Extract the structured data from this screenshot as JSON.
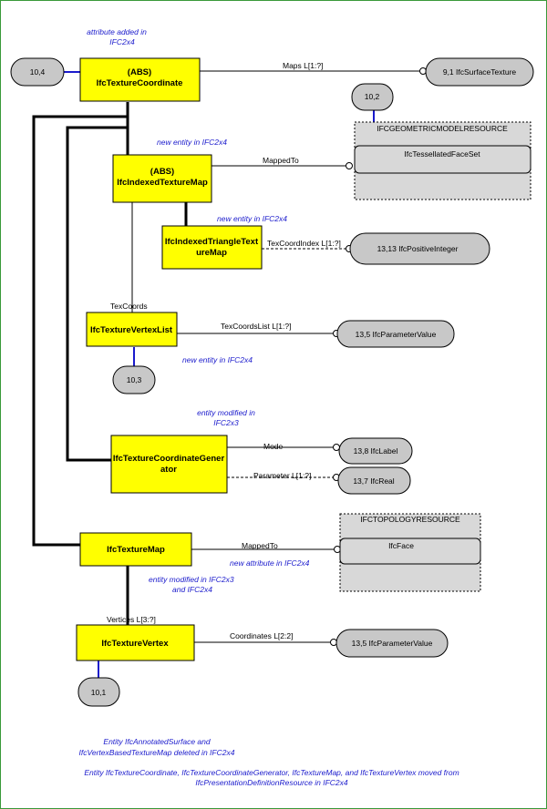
{
  "entities": {
    "texture_coordinate": {
      "abs": "(ABS)",
      "name": "IfcTextureCoordinate"
    },
    "indexed_texture_map": {
      "abs": "(ABS)",
      "name": "IfcIndexedTextureMap"
    },
    "indexed_triangle_texture_map": {
      "line1": "IfcIndexedTriangleText",
      "line2": "ureMap"
    },
    "texture_vertex_list": {
      "name": "IfcTextureVertexList"
    },
    "texture_coordinate_generator": {
      "line1": "IfcTextureCoordinateGener",
      "line2": "ator"
    },
    "texture_map": {
      "name": "IfcTextureMap"
    },
    "texture_vertex": {
      "name": "IfcTextureVertex"
    }
  },
  "references": {
    "ref_10_4": "10,4",
    "surface_texture": "9,1 IfcSurfaceTexture",
    "ref_10_2": "10,2",
    "positive_integer": "13,13 IfcPositiveInteger",
    "parameter_value_1": "13,5 IfcParameterValue",
    "ref_10_3": "10,3",
    "label": "13,8 IfcLabel",
    "real": "13,7 IfcReal",
    "parameter_value_2": "13,5 IfcParameterValue",
    "ref_10_1": "10,1"
  },
  "schemas": {
    "geometric_title": "IFCGEOMETRICMODELRESOURCE",
    "geometric_item": "IfcTessellatedFaceSet",
    "topology_title": "IFCTOPOLOGYRESOURCE",
    "topology_item": "IfcFace"
  },
  "relations": {
    "maps": "Maps L[1:?]",
    "mapped_to_1": "MappedTo",
    "tex_coord_index": "TexCoordIndex L[1:?]",
    "tex_coords": "TexCoords",
    "tex_coords_list": "TexCoordsList L[1:?]",
    "mode": "Mode",
    "parameter": "Parameter L[1:?]",
    "mapped_to_2": "MappedTo",
    "vertices": "Vertices L[3:?]",
    "coordinates": "Coordinates L[2:2]"
  },
  "notes": {
    "attr_added_1": "attribute added in",
    "attr_added_2": "IFC2x4",
    "new_entity_1": "new entity in IFC2x4",
    "new_entity_2": "new entity in IFC2x4",
    "new_entity_3": "new entity in IFC2x4",
    "modified_1": "entity modified in",
    "modified_2": "IFC2x3",
    "new_attr": "new attribute in IFC2x4",
    "mod_b1": "entity modified in IFC2x3",
    "mod_b2": "and IFC2x4",
    "deleted_1": "Entity IfcAnnotatedSurface and",
    "deleted_2": "IfcVertexBasedTextureMap deleted in IFC2x4",
    "moved_1": "Entity IfcTextureCoordinate, IfcTextureCoordinateGenerator, IfcTextureMap, and IfcTextureVertex moved from",
    "moved_2": "IfcPresentationDefinitionResource in IFC2x4"
  },
  "colors": {
    "entity_fill": "#ffff00",
    "reference_fill": "#c8c8c8",
    "schema_fill": "#d8d8d8",
    "note_text": "#1a1acc",
    "page_link": "#1a1acc",
    "frame": "#3a9a3a"
  }
}
